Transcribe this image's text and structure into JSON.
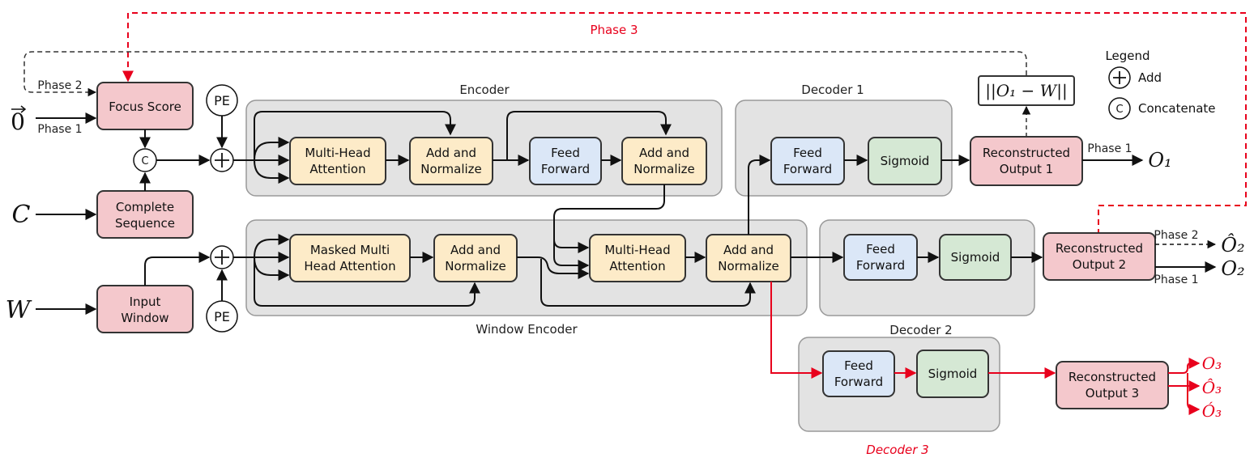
{
  "colors": {
    "pink": "#f4c8cc",
    "orange": "#fdebc8",
    "blue": "#dbe7f7",
    "green": "#d5e8d4",
    "panel": "#e3e3e3",
    "red": "#e8001c"
  },
  "labels": {
    "phase3_top": "Phase 3",
    "phase2_left": "Phase 2",
    "phase1_left": "Phase 1",
    "zero_input": "0",
    "c_input": "C",
    "w_input": "W",
    "focus_score": "Focus Score",
    "concat_c": "C",
    "complete_seq_1": "Complete",
    "complete_seq_2": "Sequence",
    "input_window_1": "Input",
    "input_window_2": "Window",
    "pe_top": "PE",
    "pe_bottom": "PE",
    "encoder": "Encoder",
    "window_encoder": "Window Encoder",
    "decoder1": "Decoder 1",
    "decoder2": "Decoder 2",
    "decoder3": "Decoder 3",
    "mha_1": "Multi-Head",
    "mha_2": "Attention",
    "addnorm_1": "Add and",
    "addnorm_2": "Normalize",
    "ff_1": "Feed",
    "ff_2": "Forward",
    "masked_1": "Masked Multi",
    "masked_2": "Head Attention",
    "sigmoid": "Sigmoid",
    "recon1_1": "Reconstructed",
    "recon1_2": "Output 1",
    "recon2_1": "Reconstructed",
    "recon2_2": "Output 2",
    "recon3_1": "Reconstructed",
    "recon3_2": "Output 3",
    "norm_expr": "||O₁ − W||",
    "out_phase1_top": "Phase 1",
    "out_o1": "O₁",
    "out_phase2": "Phase 2",
    "out_o2_hat": "Ô₂",
    "out_phase1_bottom": "Phase 1",
    "out_o2": "O₂",
    "out_o3": "O₃",
    "out_o3_hat": "Ô₃",
    "out_o3_acute": "Ó₃",
    "legend_title": "Legend",
    "legend_add": "Add",
    "legend_concat_symbol": "C",
    "legend_concat": "Concatenate"
  }
}
